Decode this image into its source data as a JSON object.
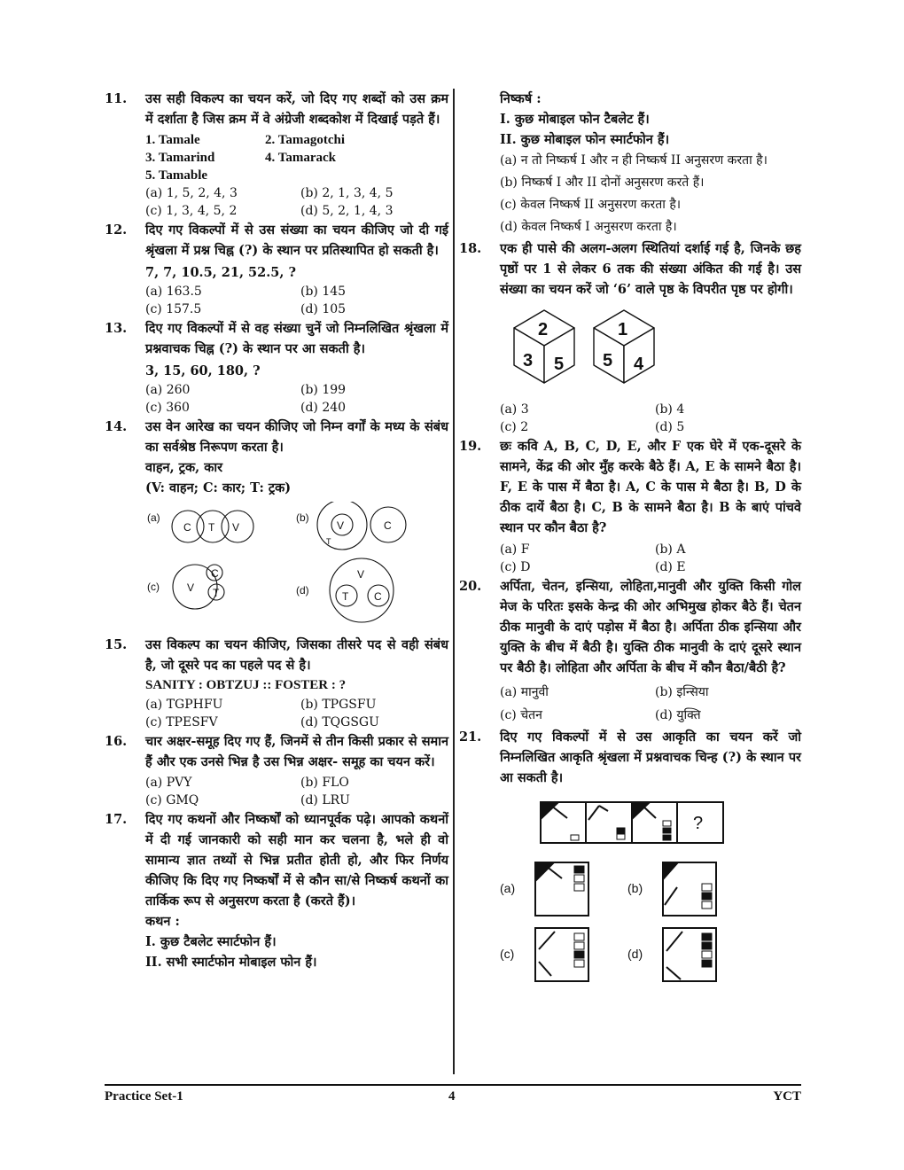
{
  "left": {
    "q11": {
      "num": "11.",
      "text": "उस सही विकल्प का चयन करें, जो दिए गए शब्दों को उस क्रम में दर्शाता है जिस क्रम में वे अंग्रेजी शब्दकोश में दिखाई पड़ते हैं।",
      "words": [
        "1. Tamale",
        "2. Tamagotchi",
        "3. Tamarind",
        "4. Tamarack",
        "5. Tamable"
      ],
      "options": [
        "(a) 1, 5, 2, 4, 3",
        "(b) 2, 1, 3, 4, 5",
        "(c) 1, 3, 4, 5, 2",
        "(d) 5, 2, 1, 4, 3"
      ]
    },
    "q12": {
      "num": "12.",
      "text": "दिए गए विकल्पों में से उस संख्या का चयन कीजिए जो दी गई श्रृंखला में प्रश्न चिह्न (?) के स्थान पर प्रतिस्थापित हो सकती है।",
      "series": "7, 7, 10.5, 21, 52.5, ?",
      "options": [
        "(a) 163.5",
        "(b) 145",
        "(c) 157.5",
        "(d) 105"
      ]
    },
    "q13": {
      "num": "13.",
      "text": "दिए गए विकल्पों में से वह संख्या चुनें जो निम्नलिखित श्रृंखला में प्रश्नवाचक चिह्न (?) के स्थान पर आ सकती है।",
      "series": "3, 15, 60, 180, ?",
      "options": [
        "(a) 260",
        "(b) 199",
        "(c) 360",
        "(d) 240"
      ]
    },
    "q14": {
      "num": "14.",
      "text": "उस वेन आरेख का चयन कीजिए जो निम्न वर्गों के मध्य के संबंध का सर्वश्रेष्ठ निरूपण करता है।",
      "classes": "वाहन, ट्रक, कार",
      "legend": "(V: वाहन; C: कार; T: ट्रक)",
      "fig_labels": [
        "(a)",
        "(b)",
        "(c)",
        "(d)"
      ],
      "letters": {
        "c": "C",
        "t": "T",
        "v": "V"
      }
    },
    "q15": {
      "num": "15.",
      "text": "उस विकल्प का चयन कीजिए, जिसका तीसरे पद से वही संबंध है, जो दूसरे पद का पहले पद से है।",
      "analogy": "SANITY : OBTZUJ :: FOSTER : ?",
      "options": [
        "(a) TGPHFU",
        "(b) TPGSFU",
        "(c) TPESFV",
        "(d) TQGSGU"
      ]
    },
    "q16": {
      "num": "16.",
      "text": "चार अक्षर-समूह दिए गए हैं, जिनमें से तीन किसी प्रकार से समान हैं और एक उनसे भिन्न है उस भिन्न अक्षर- समूह का चयन करें।",
      "options": [
        "(a) PVY",
        "(b) FLO",
        "(c) GMQ",
        "(d) LRU"
      ]
    },
    "q17": {
      "num": "17.",
      "text": "दिए गए कथनों और निष्कर्षों को ध्यानपूर्वक पढ़े। आपको कथनों में दी गई जानकारी को सही मान कर चलना है, भले ही वो सामान्य ज्ञात तथ्यों से भिन्न प्रतीत होती हो, और फिर निर्णय कीजिए कि दिए गए निष्कर्षों में से कौन सा/से निष्कर्ष कथनों का तार्किक रूप से अनुसरण करता है (करते हैं)।",
      "statements_head": "कथन :",
      "statements": [
        "I. कुछ टैबलेट स्मार्टफोन हैं।",
        "II. सभी स्मार्टफोन मोबाइल फोन हैं।"
      ]
    }
  },
  "right": {
    "q17cont": {
      "conclusions_head": "निष्कर्ष :",
      "conclusions": [
        "I. कुछ मोबाइल फोन टैबलेट हैं।",
        "II. कुछ मोबाइल फोन स्मार्टफोन हैं।"
      ],
      "options": [
        "(a) न तो निष्कर्ष I और न ही निष्कर्ष II अनुसरण करता है।",
        "(b) निष्कर्ष I और II दोनों अनुसरण करते हैं।",
        "(c) केवल निष्कर्ष II अनुसरण करता है।",
        "(d) केवल निष्कर्ष I अनुसरण करता है।"
      ]
    },
    "q18": {
      "num": "18.",
      "text": "एक ही पासे की अलग-अलग स्थितियां दर्शाई गई है, जिनके छह पृष्ठों पर 1 से लेकर 6 तक की संख्या अंकित की गई है। उस संख्या का चयन करें जो ‘6’ वाले पृष्ठ के विपरीत पृष्ठ पर होगी।",
      "dice": [
        [
          "2",
          "3",
          "5"
        ],
        [
          "1",
          "5",
          "4"
        ]
      ],
      "options": [
        "(a) 3",
        "(b) 4",
        "(c) 2",
        "(d) 5"
      ]
    },
    "q19": {
      "num": "19.",
      "text": "छः कवि A, B, C, D, E, और F एक घेरे में एक-दूसरे के सामने, केंद्र की ओर मुँह करके बैठे हैं। A, E के सामने बैठा है। F, E के पास में बैठा है। A, C के पास मे बैठा है। B, D के ठीक दायें बैठा है। C, B के सामने बैठा है। B के बाएं पांचवे स्थान पर कौन बैठा है?",
      "options": [
        "(a) F",
        "(b) A",
        "(c) D",
        "(d) E"
      ]
    },
    "q20": {
      "num": "20.",
      "text": "अर्पिता, चेतन, इन्सिया, लोहिता,मानुवी और युक्ति किसी गोल मेज के परितः इसके केन्द्र की ओर अभिमुख होकर बैठे हैं। चेतन ठीक मानुवी के दाएं पड़ोस में बैठा है। अर्पिता ठीक इन्सिया और युक्ति के बीच में बैठी है। युक्ति ठीक मानुवी के दाएं दूसरे स्थान पर बैठी है। लोहिता और अर्पिता के बीच में कौन बैठा/बैठी है?",
      "options": [
        "(a) मानुवी",
        "(b) इन्सिया",
        "(c) चेतन",
        "(d) युक्ति"
      ]
    },
    "q21": {
      "num": "21.",
      "text": "दिए गए विकल्पों में से उस आकृति का चयन करें जो निम्नलिखित आकृति श्रृंखला में प्रश्नवाचक चिन्ह (?) के स्थान पर आ सकती है।",
      "question_mark": "?",
      "fig_labels": [
        "(a)",
        "(b)",
        "(c)",
        "(d)"
      ]
    }
  },
  "footer": {
    "left": "Practice Set-1",
    "center": "4",
    "right": "YCT"
  }
}
